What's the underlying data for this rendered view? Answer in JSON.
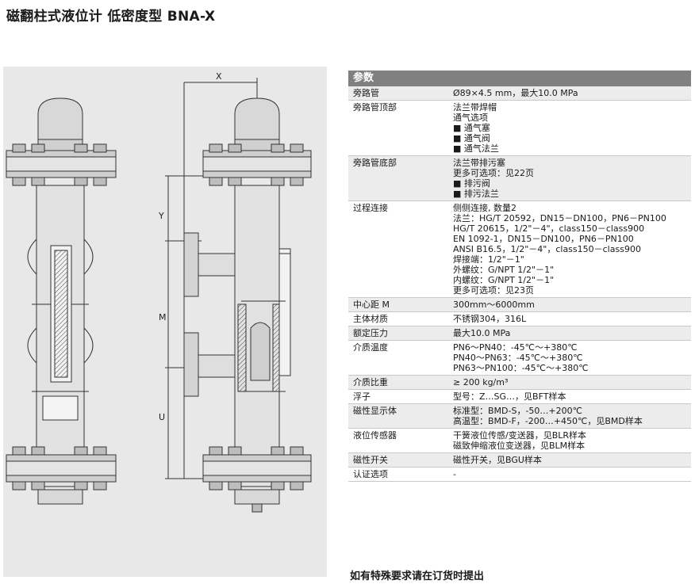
{
  "page_title": "磁翻柱式液位计 低密度型 BNA-X",
  "drawing": {
    "label_x": "X",
    "label_y": "Y",
    "label_m": "M",
    "label_u": "U"
  },
  "spec": {
    "header": "参数",
    "rows": [
      {
        "label": "旁路管",
        "lines": [
          "Ø89×4.5 mm，最大10.0 MPa"
        ]
      },
      {
        "label": "旁路管顶部",
        "lines": [
          "法兰带焊帽",
          "通气选项",
          "■ 通气塞",
          "■ 通气阀",
          "■ 通气法兰"
        ]
      },
      {
        "label": "旁路管底部",
        "lines": [
          "法兰带排污塞",
          "更多可选项：见22页",
          "■ 排污阀",
          "■ 排污法兰"
        ]
      },
      {
        "label": "过程连接",
        "lines": [
          "侧侧连接, 数量2",
          "法兰：HG/T 20592，DN15－DN100，PN6－PN100",
          "        HG/T 20615，1/2\"－4\"，class150－class900",
          "        EN 1092-1，DN15－DN100，PN6－PN100",
          "        ANSI B16.5，1/2\"－4\"，class150－class900",
          "焊接端：1/2\"－1\"",
          "外螺纹：G/NPT 1/2\"－1\"",
          "内螺纹：G/NPT 1/2\"－1\"",
          "更多可选项：见23页"
        ]
      },
      {
        "label": "中心距 M",
        "lines": [
          "300mm～6000mm"
        ]
      },
      {
        "label": "主体材质",
        "lines": [
          "不锈钢304，316L"
        ]
      },
      {
        "label": "额定压力",
        "lines": [
          "最大10.0 MPa"
        ]
      },
      {
        "label": "介质温度",
        "lines": [
          "PN6～PN40：-45℃～+380℃",
          "PN40～PN63：-45℃～+380℃",
          "PN63～PN100：-45℃～+380℃"
        ]
      },
      {
        "label": "介质比重",
        "lines": [
          "≥ 200 kg/m³"
        ]
      },
      {
        "label": "浮子",
        "lines": [
          "型号：Z…SG…，见BFT样本"
        ]
      },
      {
        "label": "磁性显示体",
        "lines": [
          "标准型：BMD-S，-50…+200℃",
          "高温型：BMD-F，-200…+450℃，见BMD样本"
        ]
      },
      {
        "label": "液位传感器",
        "lines": [
          "干簧液位传感/变送器，见BLR样本",
          "磁致伸缩液位变送器，见BLM样本"
        ]
      },
      {
        "label": "磁性开关",
        "lines": [
          "磁性开关，见BGU样本"
        ]
      },
      {
        "label": "认证选项",
        "lines": [
          "-"
        ]
      }
    ]
  },
  "footer_note": "如有特殊要求请在订货时提出"
}
